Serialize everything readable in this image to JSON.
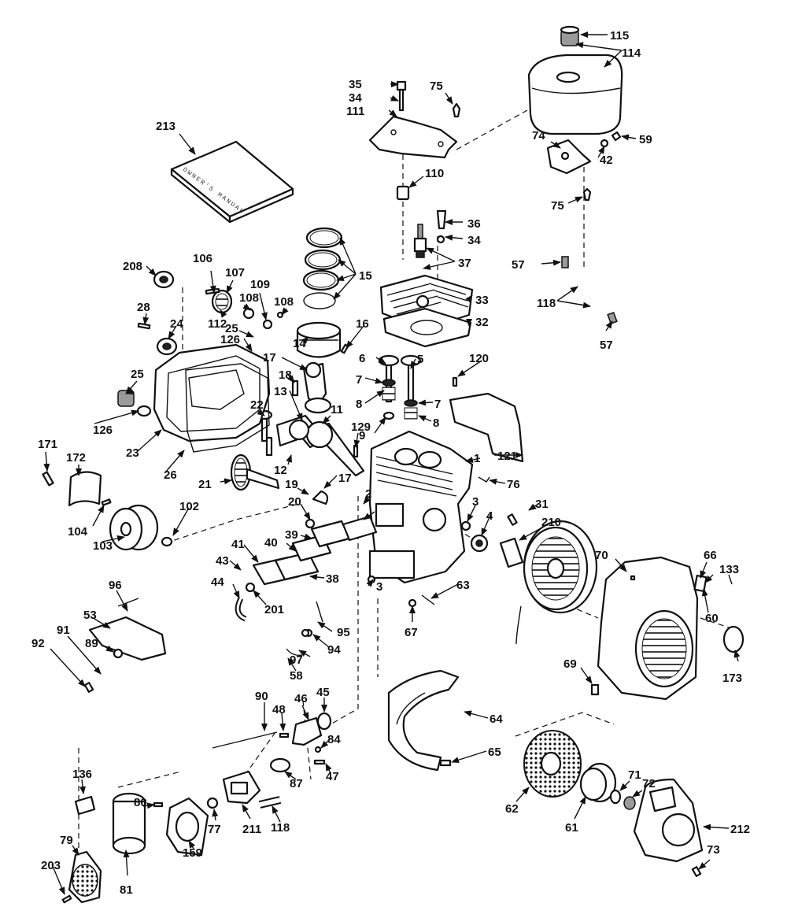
{
  "diagram": {
    "type": "exploded-parts-view",
    "manual_label": "OWNER'S MANUAL",
    "part_numbers": [
      "1",
      "2",
      "3",
      "4",
      "5",
      "6",
      "7",
      "8",
      "9",
      "11",
      "12",
      "13",
      "14",
      "15",
      "16",
      "17",
      "18",
      "19",
      "20",
      "21",
      "22",
      "23",
      "24",
      "25",
      "26",
      "28",
      "31",
      "32",
      "33",
      "34",
      "35",
      "36",
      "37",
      "38",
      "39",
      "40",
      "41",
      "42",
      "43",
      "44",
      "45",
      "46",
      "47",
      "48",
      "53",
      "57",
      "58",
      "59",
      "60",
      "61",
      "62",
      "63",
      "64",
      "65",
      "66",
      "67",
      "69",
      "70",
      "71",
      "72",
      "73",
      "74",
      "75",
      "76",
      "77",
      "79",
      "80",
      "81",
      "84",
      "87",
      "89",
      "90",
      "91",
      "92",
      "94",
      "95",
      "96",
      "97",
      "102",
      "103",
      "104",
      "106",
      "107",
      "108",
      "109",
      "110",
      "111",
      "112",
      "114",
      "115",
      "118",
      "120",
      "121",
      "126",
      "129",
      "133",
      "136",
      "159",
      "171",
      "172",
      "173",
      "201",
      "203",
      "208",
      "210",
      "211",
      "212",
      "213"
    ]
  }
}
